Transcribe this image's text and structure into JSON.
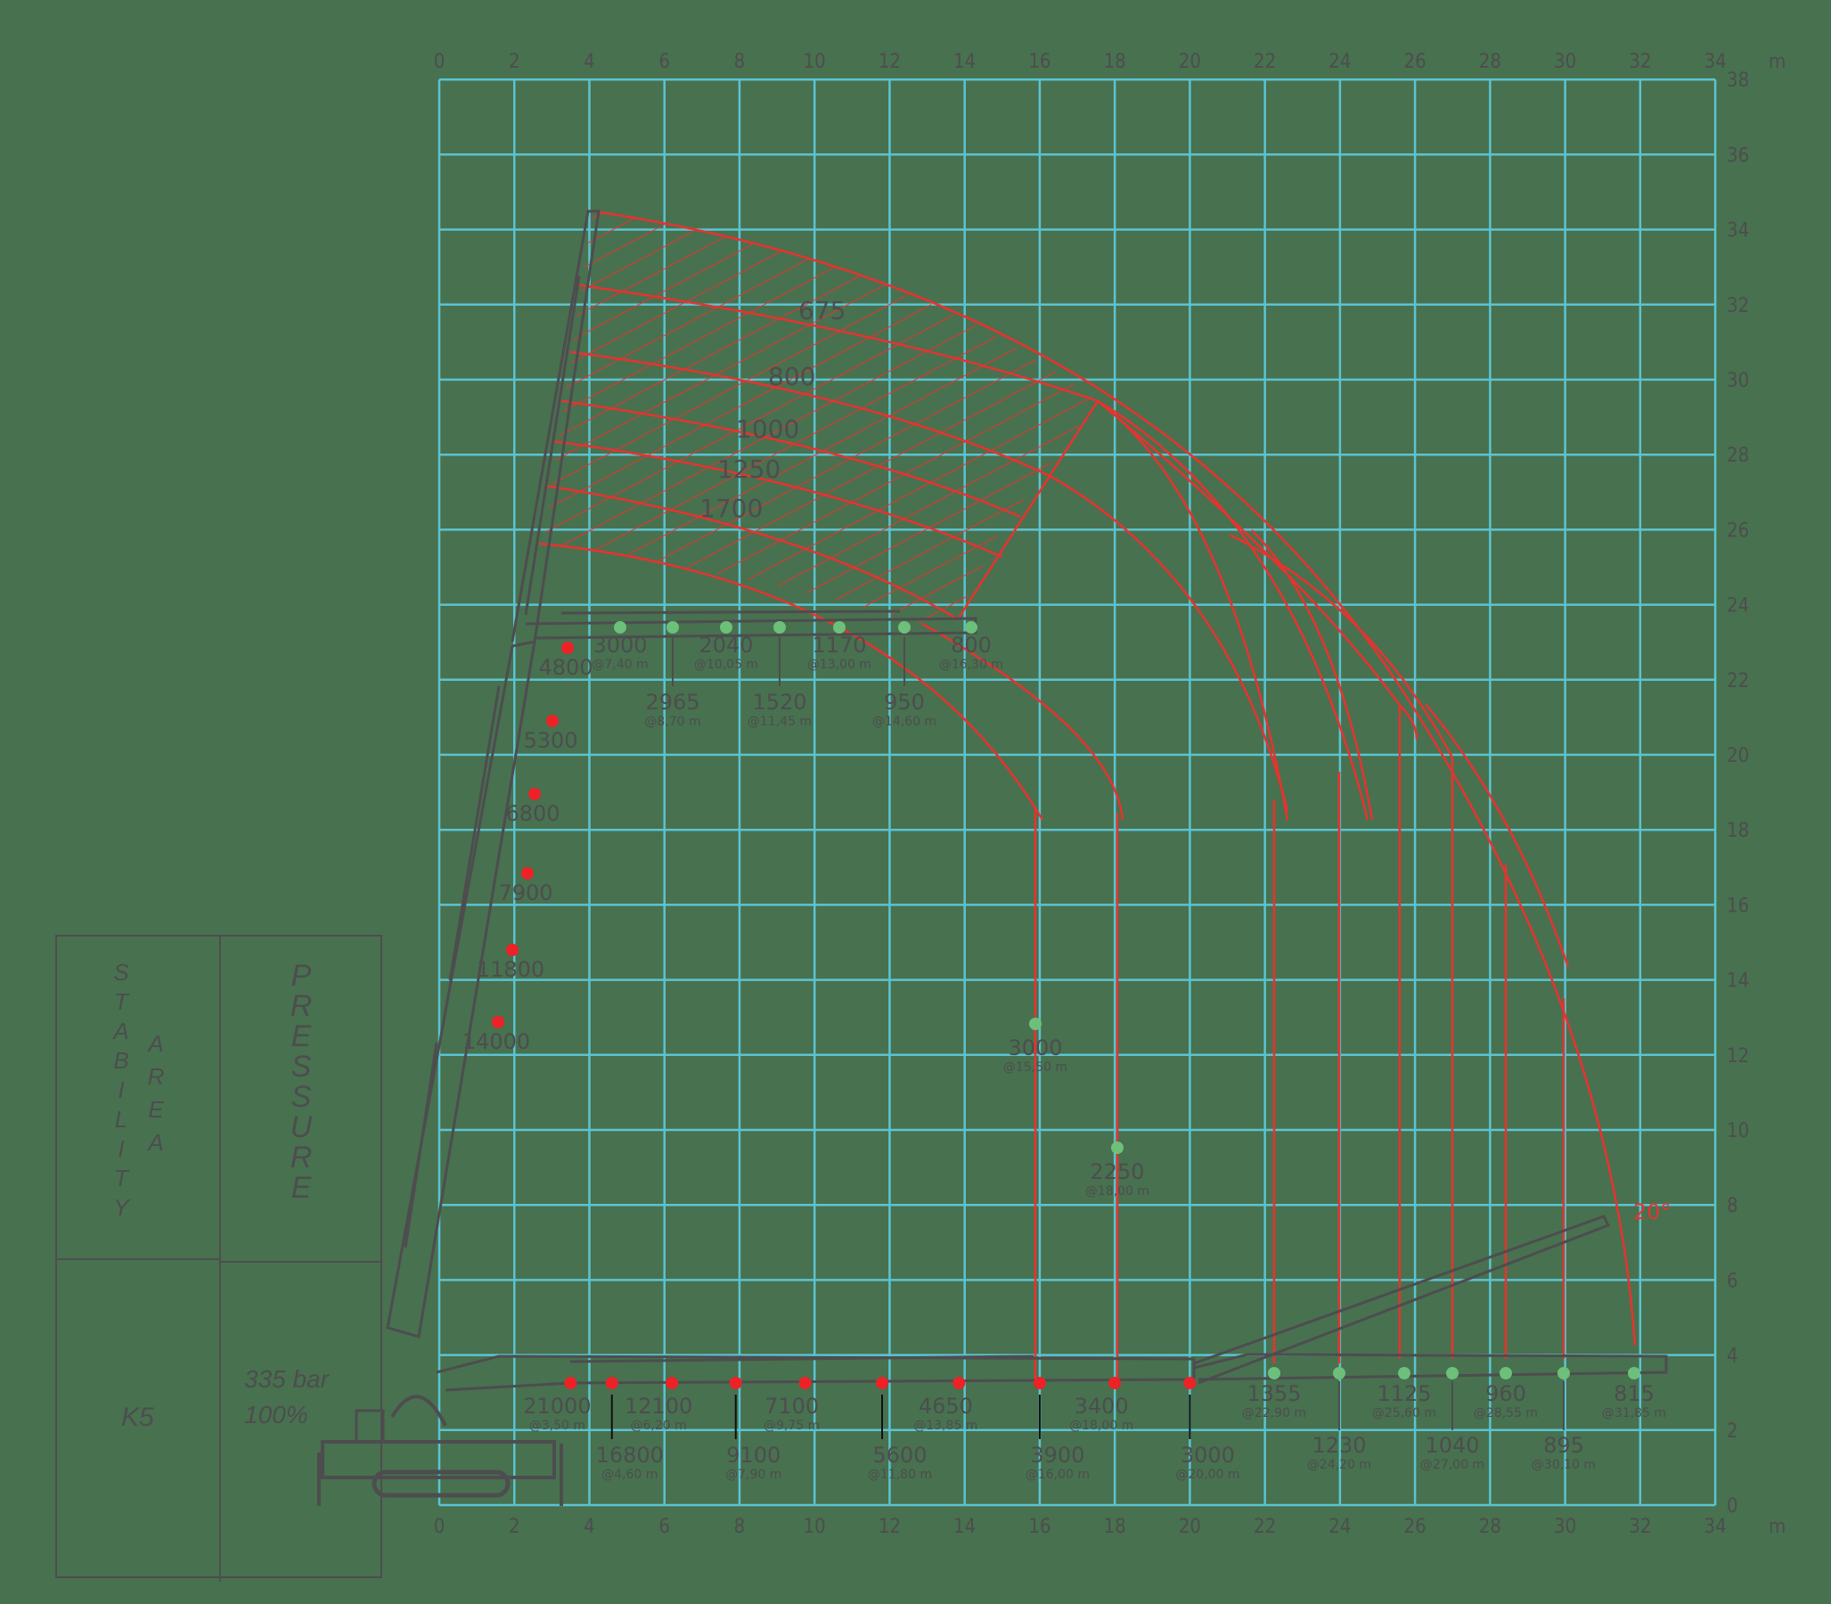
{
  "chart_data": {
    "type": "scatter",
    "title": "Crane load chart",
    "xlabel": "m",
    "ylabel": "m",
    "xlim": [
      0,
      34
    ],
    "ylim": [
      0,
      38
    ],
    "x_ticks": [
      "0",
      "2",
      "4",
      "6",
      "8",
      "10",
      "12",
      "14",
      "16",
      "18",
      "20",
      "22",
      "24",
      "26",
      "28",
      "30",
      "32",
      "34"
    ],
    "y_ticks": [
      "0",
      "2",
      "4",
      "6",
      "8",
      "10",
      "12",
      "14",
      "16",
      "18",
      "20",
      "22",
      "24",
      "26",
      "28",
      "30",
      "32",
      "34",
      "36",
      "38"
    ],
    "unit_label": "m",
    "grid": true,
    "angle_label": "20°",
    "hatched_zone_labels": [
      "675",
      "800",
      "1000",
      "1250",
      "1700"
    ],
    "main_boom_vertical_points": [
      {
        "label": "4800"
      },
      {
        "label": "5300"
      },
      {
        "label": "6800"
      },
      {
        "label": "7900"
      },
      {
        "label": "11800"
      },
      {
        "label": "14000"
      }
    ],
    "main_boom_horizontal_points": [
      {
        "load": "21000",
        "at": "@3,50 m"
      },
      {
        "load": "16800",
        "at": "@4,60 m"
      },
      {
        "load": "12100",
        "at": "@6,20 m"
      },
      {
        "load": "9100",
        "at": "@7,90 m"
      },
      {
        "load": "7100",
        "at": "@9,75 m"
      },
      {
        "load": "5600",
        "at": "@11,80 m"
      },
      {
        "load": "4650",
        "at": "@13,85 m"
      },
      {
        "load": "3900",
        "at": "@16,00 m"
      },
      {
        "load": "3400",
        "at": "@18,00 m"
      },
      {
        "load": "3000",
        "at": "@20,00 m"
      }
    ],
    "jib_upper_points": [
      {
        "load": "3000",
        "at": "@7,40 m"
      },
      {
        "load": "2965",
        "at": "@8,70 m"
      },
      {
        "load": "2040",
        "at": "@10,05 m"
      },
      {
        "load": "1520",
        "at": "@11,45 m"
      },
      {
        "load": "1170",
        "at": "@13,00 m"
      },
      {
        "load": "950",
        "at": "@14,60 m"
      },
      {
        "load": "800",
        "at": "@16,30 m"
      }
    ],
    "jib_mid_points": [
      {
        "load": "3000",
        "at": "@15,50 m"
      },
      {
        "load": "2250",
        "at": "@18,00 m"
      }
    ],
    "jib_lower_points": [
      {
        "load": "1355",
        "at": "@22,90 m"
      },
      {
        "load": "1230",
        "at": "@24,20 m"
      },
      {
        "load": "1125",
        "at": "@25,60 m"
      },
      {
        "load": "1040",
        "at": "@27,00 m"
      },
      {
        "load": "960",
        "at": "@28,55 m"
      },
      {
        "load": "895",
        "at": "@30,10 m"
      },
      {
        "load": "815",
        "at": "@31,85 m"
      }
    ]
  },
  "legend_box": {
    "stability_line1": "STABILITY",
    "stability_line2": "AREA",
    "pressure": "PRESSURE",
    "model": "K5",
    "pressure_value": "335 bar",
    "pressure_pct": "100%"
  },
  "colors": {
    "background": "#48714f",
    "grid": "#5bc4d3",
    "envelope": "#e8322f",
    "main_point": "#ec2227",
    "jib_point": "#6cc07a",
    "text": "#4d4d4f"
  }
}
